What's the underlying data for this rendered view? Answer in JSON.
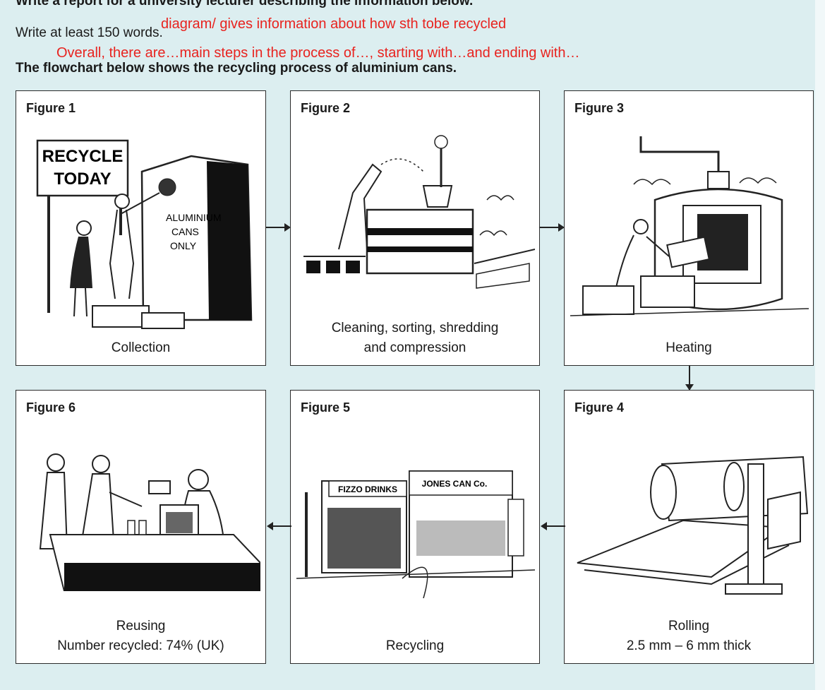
{
  "header": {
    "top_line": "Write a report for a university lecturer describing the information below.",
    "words_line": "Write at least 150 words.",
    "annotation_1": "diagram/ gives information about how sth tobe recycled",
    "annotation_2": "Overall, there are…main steps in the process of…, starting with…and ending with…",
    "title": "The flowchart below shows the recycling process of aluminium cans."
  },
  "colors": {
    "background": "#dceef0",
    "annotation": "#e8231f",
    "panel": "#ffffff",
    "ink": "#1a1a1a"
  },
  "figures": [
    {
      "label": "Figure 1",
      "caption": [
        "Collection"
      ],
      "sign": [
        "RECYCLE",
        "TODAY"
      ],
      "bin": [
        "ALUMINIUM",
        "CANS",
        "ONLY"
      ]
    },
    {
      "label": "Figure 2",
      "caption": [
        "Cleaning, sorting, shredding",
        "and compression"
      ]
    },
    {
      "label": "Figure 3",
      "caption": [
        "Heating"
      ]
    },
    {
      "label": "Figure 4",
      "caption": [
        "Rolling",
        "2.5 mm – 6 mm thick"
      ]
    },
    {
      "label": "Figure 5",
      "caption": [
        "Recycling"
      ],
      "signs": [
        "FIZZO DRINKS",
        "JONES CAN Co."
      ]
    },
    {
      "label": "Figure 6",
      "caption": [
        "Reusing",
        "Number recycled: 74% (UK)"
      ]
    }
  ]
}
